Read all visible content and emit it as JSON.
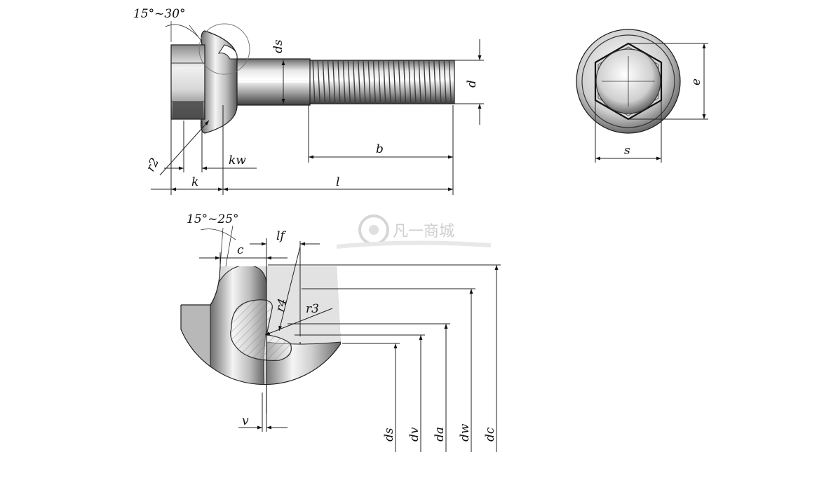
{
  "top_view": {
    "labels": {
      "angle": "15°~30°",
      "ds": "ds",
      "d": "d",
      "b": "b",
      "l": "l",
      "k": "k",
      "kw": "kw",
      "r2": "r2"
    }
  },
  "end_view": {
    "labels": {
      "e": "e",
      "s": "s"
    }
  },
  "detail_view": {
    "labels": {
      "angle": "15°~25°",
      "c": "c",
      "lf": "lf",
      "r4": "r4",
      "r3": "r3",
      "v": "v",
      "ds": "ds",
      "dv": "dv",
      "da": "da",
      "dw": "dw",
      "dc": "dc"
    }
  },
  "watermark": {
    "text": "凡一商城"
  },
  "colors": {
    "metal_light": "#f2f2f2",
    "metal_mid": "#bdbdbd",
    "metal_dark": "#555555",
    "line": "#1c1c1c"
  }
}
